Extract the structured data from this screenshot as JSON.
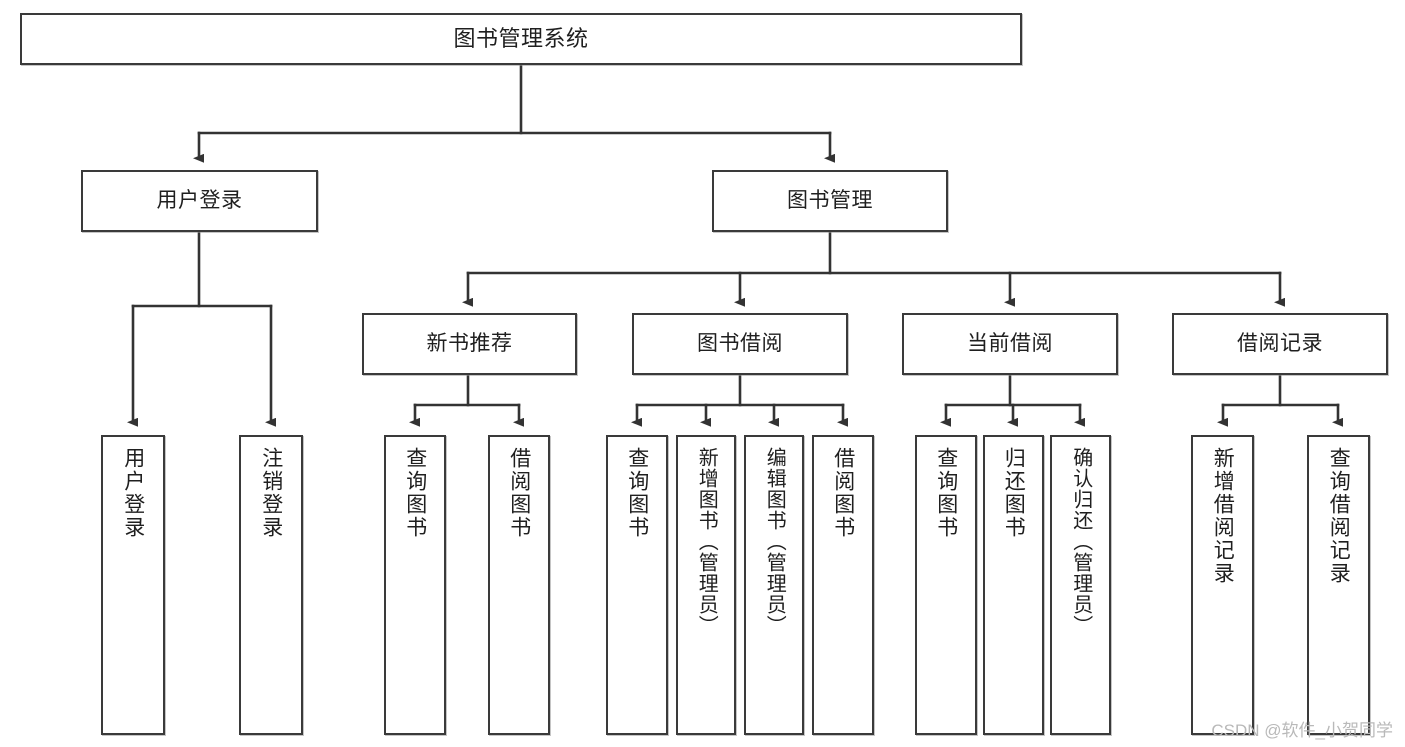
{
  "diagram": {
    "type": "tree",
    "title": "图书管理系统",
    "orientation": "top-down",
    "edge_style": "orthogonal-arrow",
    "colors": {
      "box_stroke": "#3a3a3a",
      "box_fill": "#ffffff",
      "edge": "#333333",
      "text": "#1f1f1f",
      "watermark": "#b9b9b9",
      "background": "#ffffff"
    }
  },
  "root": {
    "label": "图书管理系统"
  },
  "level2": [
    {
      "id": "user-login",
      "label": "用户登录"
    },
    {
      "id": "book-manage",
      "label": "图书管理"
    }
  ],
  "level3": [
    {
      "id": "new-book-recommend",
      "label": "新书推荐",
      "parent": "book-manage"
    },
    {
      "id": "book-borrow",
      "label": "图书借阅",
      "parent": "book-manage"
    },
    {
      "id": "current-borrow",
      "label": "当前借阅",
      "parent": "book-manage"
    },
    {
      "id": "borrow-record",
      "label": "借阅记录",
      "parent": "book-manage"
    }
  ],
  "leaves": [
    {
      "id": "leaf-user-login",
      "label": "用户登录",
      "parent": "user-login"
    },
    {
      "id": "leaf-logout",
      "label": "注销登录",
      "parent": "user-login"
    },
    {
      "id": "leaf-query-book-1",
      "label": "查询图书",
      "parent": "new-book-recommend"
    },
    {
      "id": "leaf-borrow-book-1",
      "label": "借阅图书",
      "parent": "new-book-recommend"
    },
    {
      "id": "leaf-query-book-2",
      "label": "查询图书",
      "parent": "book-borrow"
    },
    {
      "id": "leaf-add-book",
      "label": "新增图书（管理员）",
      "parent": "book-borrow"
    },
    {
      "id": "leaf-edit-book",
      "label": "编辑图书（管理员）",
      "parent": "book-borrow"
    },
    {
      "id": "leaf-borrow-book-2",
      "label": "借阅图书",
      "parent": "book-borrow"
    },
    {
      "id": "leaf-query-book-3",
      "label": "查询图书",
      "parent": "current-borrow"
    },
    {
      "id": "leaf-return-book",
      "label": "归还图书",
      "parent": "current-borrow"
    },
    {
      "id": "leaf-confirm-return",
      "label": "确认归还（管理员）",
      "parent": "current-borrow"
    },
    {
      "id": "leaf-add-record",
      "label": "新增借阅记录",
      "parent": "borrow-record"
    },
    {
      "id": "leaf-query-record",
      "label": "查询借阅记录",
      "parent": "borrow-record"
    }
  ],
  "watermark": {
    "text": "CSDN @软件_小贺同学"
  }
}
